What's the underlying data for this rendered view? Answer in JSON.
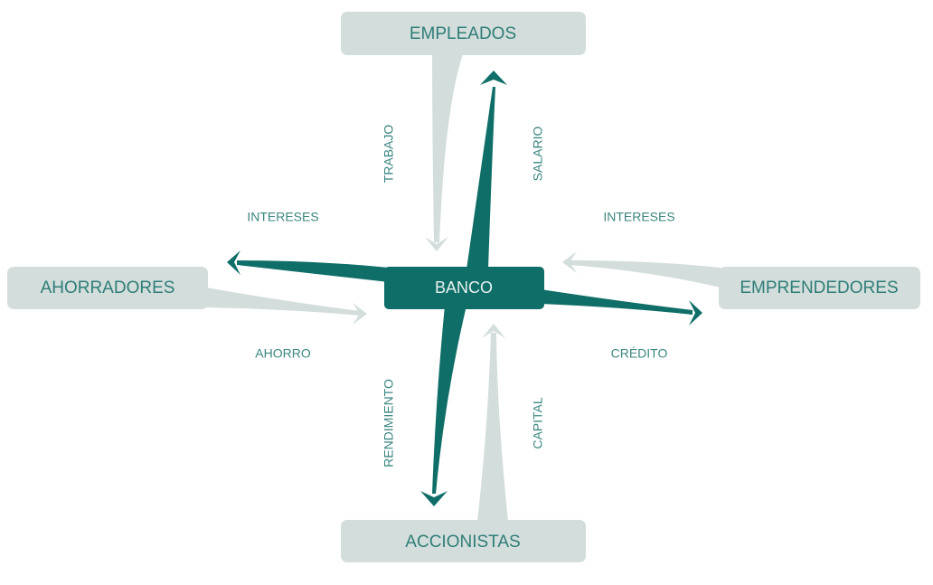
{
  "nodes": {
    "center": "BANCO",
    "top": "EMPLEADOS",
    "left": "AHORRADORES",
    "right": "EMPRENDEDORES",
    "bottom": "ACCIONISTAS"
  },
  "flows": {
    "trabajo": "TRABAJO",
    "salario": "SALARIO",
    "intereses_left": "INTERESES",
    "intereses_right": "INTERESES",
    "ahorro": "AHORRO",
    "credito": "CRÉDITO",
    "rendimiento": "RENDIMIENTO",
    "capital": "CAPITAL"
  },
  "colors": {
    "dark": "#0f6e68",
    "light": "#d3dedc",
    "text": "#2f7d77"
  }
}
